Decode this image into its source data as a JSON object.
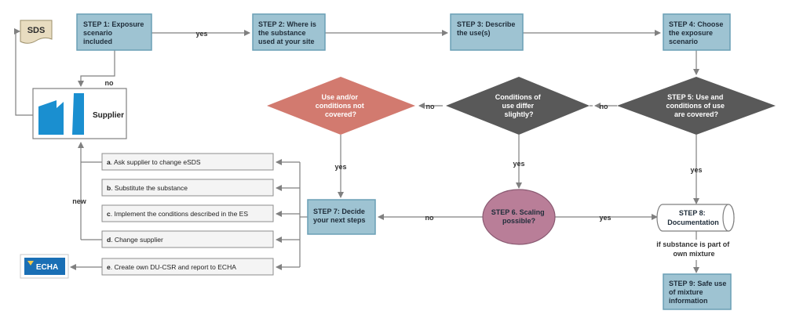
{
  "colors": {
    "step_fill": "#9ec3d2",
    "step_edge": "#6a9fb5",
    "diamond_dark": "#595959",
    "diamond_red": "#d27a6f",
    "oval_fill": "#b97e98",
    "arrow": "#808080",
    "option_fill": "#f4f4f4",
    "echa_blue": "#1a6fb5",
    "supplier_blue": "#1a8fd0",
    "sds_fill": "#e8dcc0"
  },
  "sds": {
    "label": "SDS",
    "icon": "document-icon"
  },
  "supplier": {
    "label": "Supplier",
    "icon": "factory-icon"
  },
  "echa": {
    "label": "ECHA",
    "icon": "echa-logo"
  },
  "steps": {
    "step1": [
      "STEP 1: Exposure",
      "scenario",
      "included"
    ],
    "step2": [
      "STEP 2: Where is",
      "the substance",
      "used at your site"
    ],
    "step3": [
      "STEP 3: Describe",
      "the use(s)"
    ],
    "step4": [
      "STEP 4: Choose",
      "the exposure",
      "scenario"
    ],
    "step5": [
      "STEP 5: Use and",
      "conditions of use",
      "are covered?"
    ],
    "diff": [
      "Conditions of",
      "use differ",
      "slightly?"
    ],
    "notcovered": [
      "Use and/or",
      "conditions not",
      "covered?"
    ],
    "step6": [
      "STEP 6. Scaling",
      "possible?"
    ],
    "step7": [
      "STEP 7: Decide",
      "your next steps"
    ],
    "step8": [
      "STEP 8:",
      "Documentation"
    ],
    "step9": [
      "STEP 9: Safe use",
      "of mixture",
      "information"
    ]
  },
  "options": [
    {
      "key": "a",
      "text": ". Ask supplier to change eSDS"
    },
    {
      "key": "b",
      "text": ". Substitute the substance"
    },
    {
      "key": "c",
      "text": ". Implement the conditions described in the ES"
    },
    {
      "key": "d",
      "text": ". Change supplier"
    },
    {
      "key": "e",
      "text": ". Create own DU-CSR and report to ECHA"
    }
  ],
  "labels": {
    "yes_1_2": "yes",
    "no_1": "no",
    "no_5": "no",
    "no_diff": "no",
    "yes_diff": "yes",
    "yes_notcovered": "yes",
    "yes_5": "yes",
    "no_6": "no",
    "yes_6": "yes",
    "new": "new",
    "mixture": [
      "if substance is part of",
      "own mixture"
    ]
  }
}
